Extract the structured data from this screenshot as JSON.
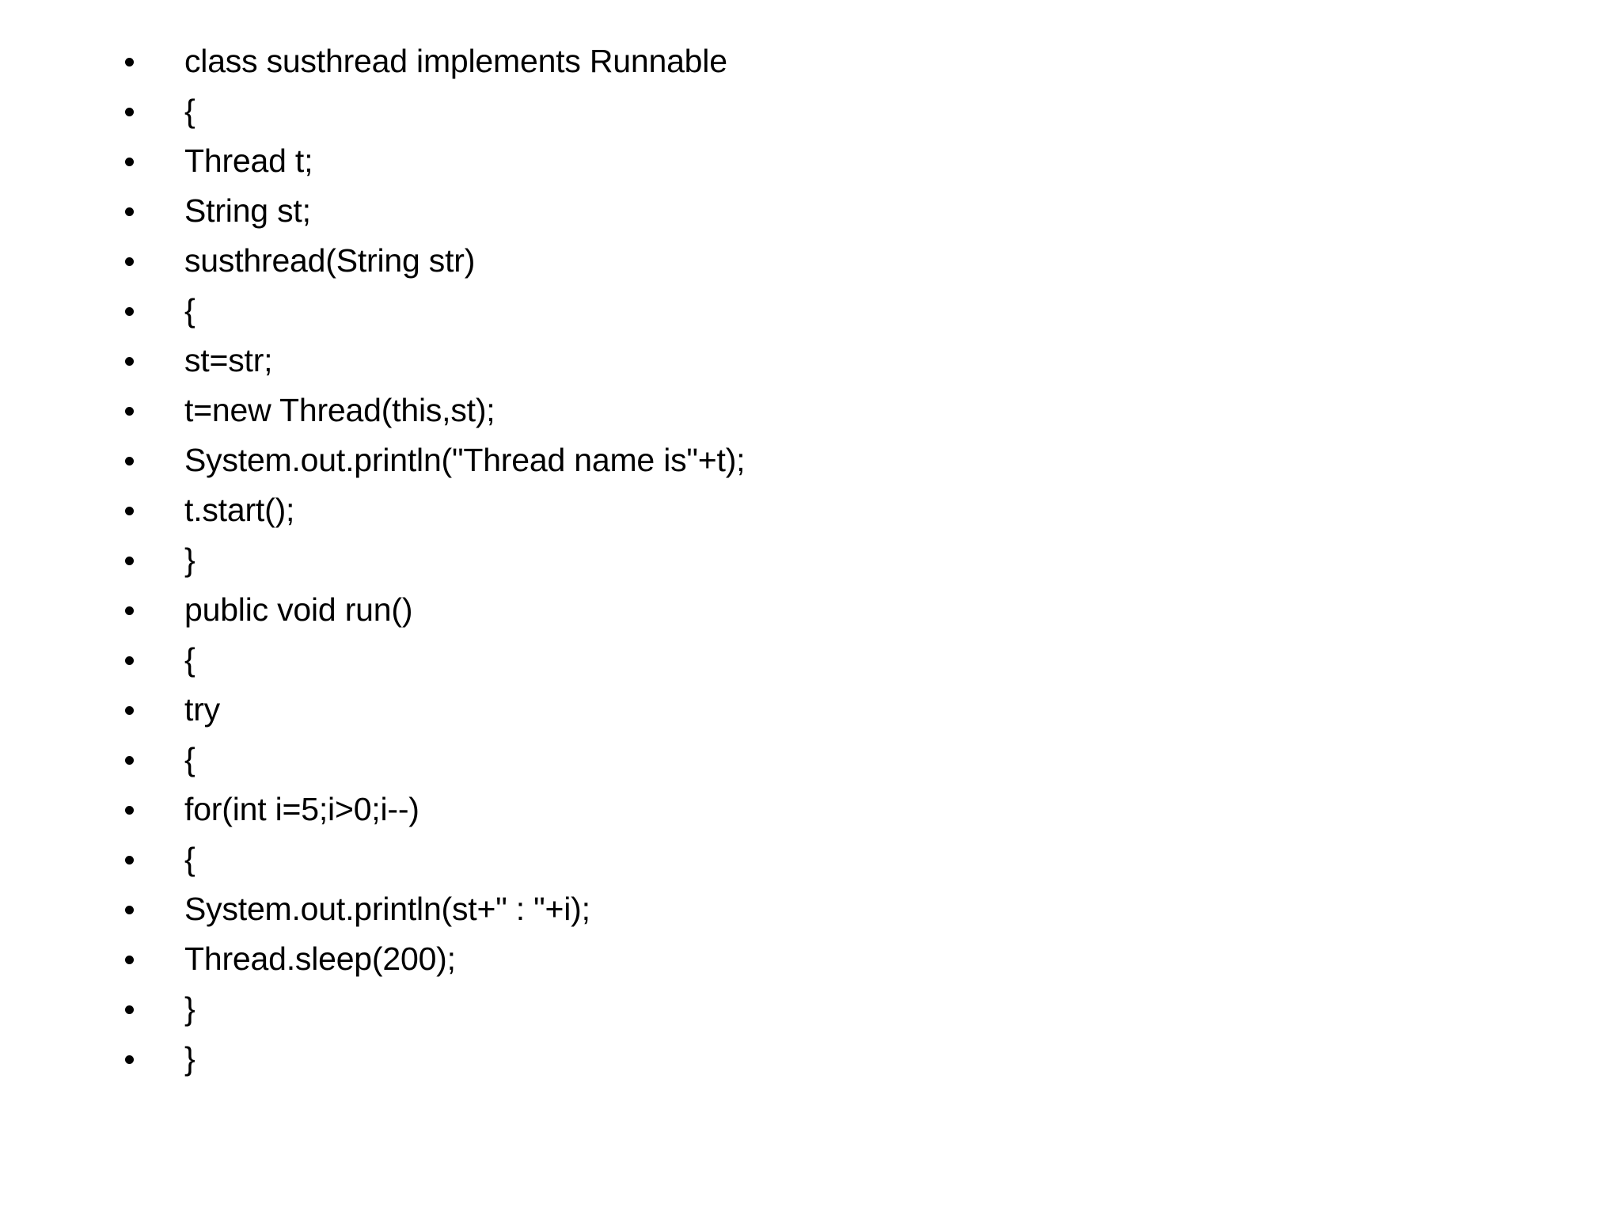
{
  "slide": {
    "background_color": "#FFFFFF",
    "text_color": "#000000",
    "bullet_glyph": "•",
    "bullet_icon_name": "bullet-dot-icon",
    "lines": [
      {
        "text": "class susthread implements Runnable"
      },
      {
        "text": "{"
      },
      {
        "text": "Thread t;"
      },
      {
        "text": "String st;"
      },
      {
        "text": "susthread(String str)"
      },
      {
        "text": "{"
      },
      {
        "text": "st=str;"
      },
      {
        "text": "t=new Thread(this,st);"
      },
      {
        "text": "System.out.println(\"Thread name is\"+t);"
      },
      {
        "text": "t.start();"
      },
      {
        "text": "}"
      },
      {
        "text": "public void run()"
      },
      {
        "text": "{"
      },
      {
        "text": "try"
      },
      {
        "text": "{"
      },
      {
        "text": "for(int i=5;i>0;i--)"
      },
      {
        "text": "{"
      },
      {
        "text": "System.out.println(st+\" : \"+i);"
      },
      {
        "text": "Thread.sleep(200);"
      },
      {
        "text": "}"
      },
      {
        "text": "}"
      }
    ]
  }
}
